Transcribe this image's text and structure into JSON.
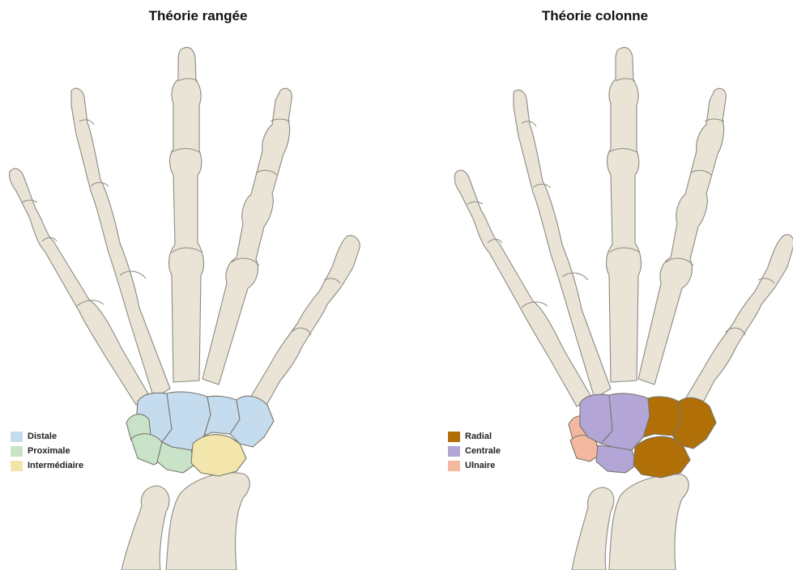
{
  "panels": [
    {
      "title": "Théorie rangée",
      "legend": [
        {
          "label": "Distale",
          "color": "#c5dcef"
        },
        {
          "label": "Proximale",
          "color": "#c9e3c8"
        },
        {
          "label": "Intermédiaire",
          "color": "#f3e6ad"
        }
      ]
    },
    {
      "title": "Théorie colonne",
      "legend": [
        {
          "label": "Radial",
          "color": "#b16f08"
        },
        {
          "label": "Centrale",
          "color": "#b3a6d7"
        },
        {
          "label": "Ulnaire",
          "color": "#f4b8a0"
        }
      ]
    }
  ],
  "colors": {
    "bone": "#e9e4d6",
    "outline": "#8c8a82"
  }
}
